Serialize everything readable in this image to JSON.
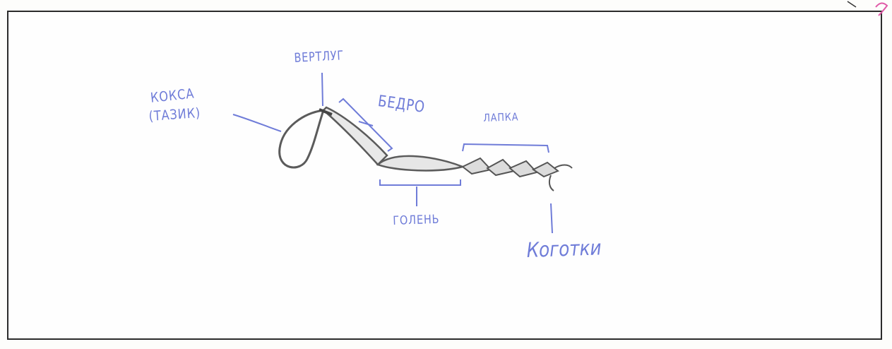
{
  "labels": {
    "koksa": "КОКСА",
    "tazik": "(ТАЗИК)",
    "vertlug": "ВЕРТЛУГ",
    "bedro": "БЕДРО",
    "lapka": "ЛАПКА",
    "golen": "ГОЛЕНЬ",
    "kogotki": "Коготки"
  },
  "colors": {
    "label_ink": "#6f7cd8",
    "pencil": "#5b5b5b",
    "frame": "#2b2b2b",
    "corner_mark": "#e05aa8"
  }
}
